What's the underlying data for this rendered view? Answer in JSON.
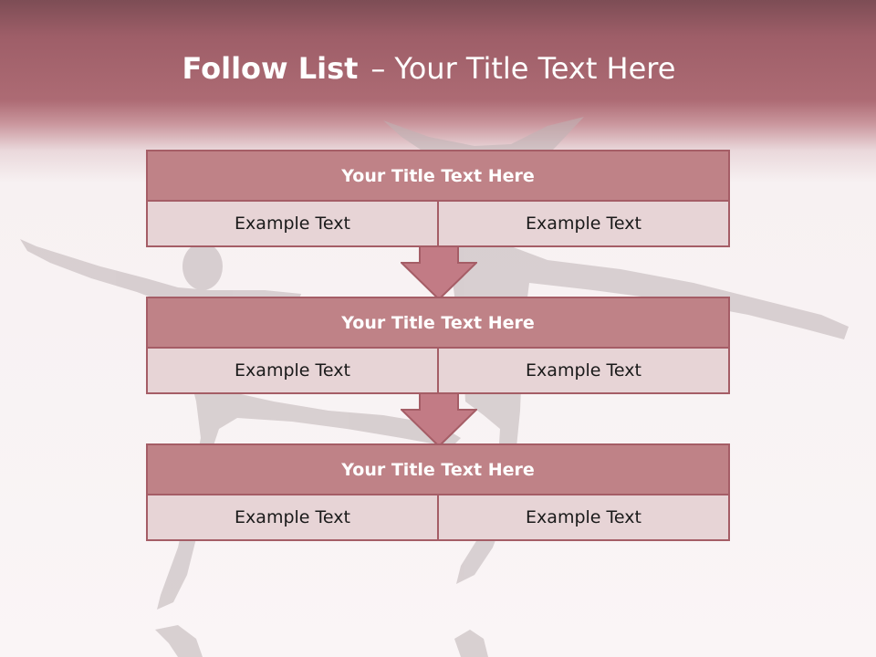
{
  "slide": {
    "title_bold": "Follow List",
    "title_separator": "–",
    "title_rest": "Your Title Text Here"
  },
  "colors": {
    "header_gradient_top": "#7d4d55",
    "title_bar_fill": "#bf8287",
    "border": "#a55d66",
    "cell_fill": "#e7d4d6",
    "arrow_fill": "#c27b85"
  },
  "blocks": [
    {
      "title": "Your Title Text Here",
      "left": "Example Text",
      "right": "Example Text"
    },
    {
      "title": "Your Title Text Here",
      "left": "Example Text",
      "right": "Example Text"
    },
    {
      "title": "Your Title Text Here",
      "left": "Example Text",
      "right": "Example Text"
    }
  ]
}
